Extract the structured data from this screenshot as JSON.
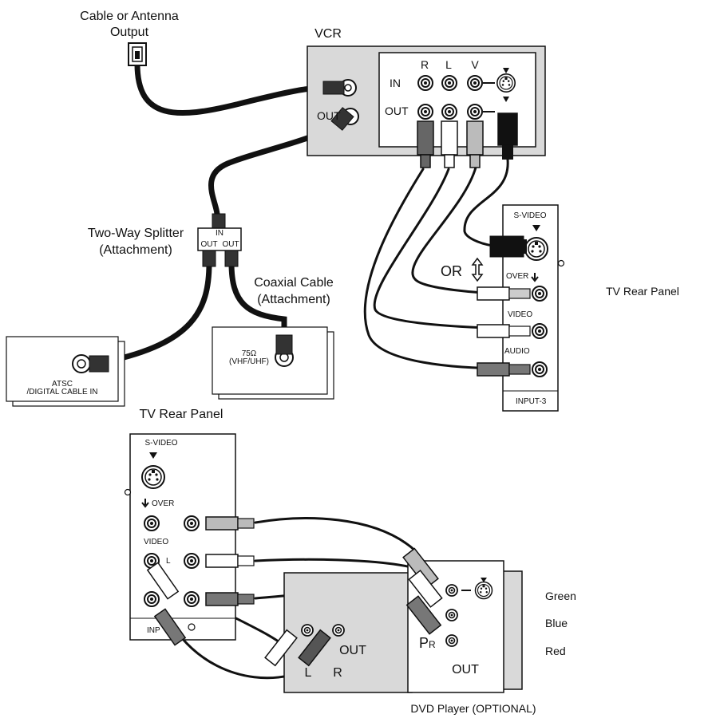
{
  "labels": {
    "cable_output_line1": "Cable or Antenna",
    "cable_output_line2": "Output",
    "vcr": "VCR",
    "vcr_r": "R",
    "vcr_l": "L",
    "vcr_v": "V",
    "vcr_in": "IN",
    "vcr_out": "OUT",
    "vcr_ant_out": "OUT",
    "splitter_line1": "Two-Way Splitter",
    "splitter_line2": "(Attachment)",
    "splitter_in": "IN",
    "splitter_out1": "OUT",
    "splitter_out2": "OUT",
    "coax_line1": "Coaxial Cable",
    "coax_line2": "(Attachment)",
    "atsc_line1": "ATSC",
    "atsc_line2": "/DIGITAL CABLE IN",
    "ohm_line1": "75Ω",
    "ohm_line2": "(VHF/UHF)",
    "tv_rear_panel_left": "TV Rear Panel",
    "tv_rear_panel_right": "TV Rear Panel",
    "or": "OR",
    "s_video_right": "S-VIDEO",
    "over_right": "OVER",
    "video_right": "VIDEO",
    "audio_right": "AUDIO",
    "input3": "INPUT-3",
    "s_video_left": "S-VIDEO",
    "over_left": "OVER",
    "video_left": "VIDEO",
    "l_left": "L",
    "inp_left": "INP",
    "green": "Green",
    "blue": "Blue",
    "red": "Red",
    "pr": "P",
    "pr_sub": "R",
    "dvd_out": "OUT",
    "audio_out": "OUT",
    "audio_l": "L",
    "audio_r": "R",
    "dvd_player": "DVD Player (OPTIONAL)"
  }
}
